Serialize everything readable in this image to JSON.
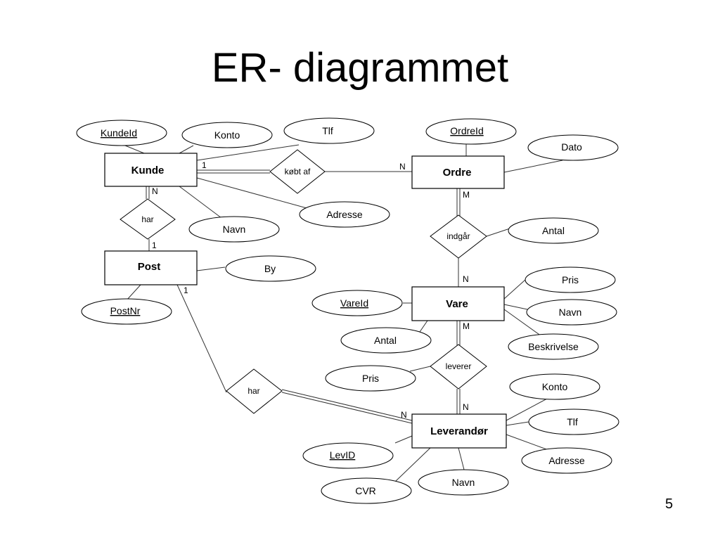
{
  "slide": {
    "title": "ER- diagrammet",
    "page_number": "5"
  },
  "entities": {
    "kunde": "Kunde",
    "ordre": "Ordre",
    "post": "Post",
    "vare": "Vare",
    "leverandor": "Leverandør"
  },
  "relationships": {
    "kobt_af": "købt af",
    "har_kunde_post": "har",
    "indgar": "indgår",
    "leverer": "leverer",
    "har_post_leverandor": "har"
  },
  "attributes": {
    "kunde_id": "KundeId",
    "kunde_konto": "Konto",
    "kunde_tlf": "Tlf",
    "kunde_adresse": "Adresse",
    "kunde_navn": "Navn",
    "ordre_id": "OrdreId",
    "ordre_dato": "Dato",
    "indgar_antal": "Antal",
    "post_by": "By",
    "post_nr": "PostNr",
    "vare_id": "VareId",
    "vare_pris": "Pris",
    "vare_navn": "Navn",
    "vare_beskrivelse": "Beskrivelse",
    "vare_antal": "Antal",
    "leverer_pris": "Pris",
    "lev_konto": "Konto",
    "lev_tlf": "Tlf",
    "lev_adresse": "Adresse",
    "lev_id": "LevID",
    "lev_cvr": "CVR",
    "lev_navn": "Navn"
  },
  "key_attributes": [
    "KundeId",
    "OrdreId",
    "PostNr",
    "VareId",
    "LevID"
  ],
  "cardinalities": {
    "kunde_kobt_af": "1",
    "ordre_kobt_af": "N",
    "kunde_har": "N",
    "post_har": "1",
    "ordre_indgar": "M",
    "vare_indgar": "N",
    "vare_leverer": "M",
    "leverandor_leverer": "N",
    "post_har_lev": "1",
    "leverandor_har": "N"
  }
}
